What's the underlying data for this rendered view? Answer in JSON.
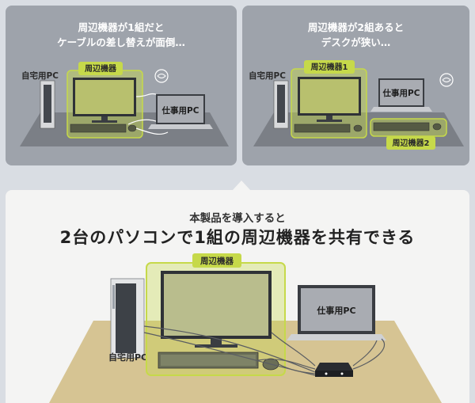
{
  "panels": {
    "left": {
      "caption_line1": "周辺機器が1組だと",
      "caption_line2": "ケーブルの差し替えが面倒…",
      "home_pc_label": "自宅用PC",
      "work_pc_label": "仕事用PC",
      "peripherals_label": "周辺機器"
    },
    "right": {
      "caption_line1": "周辺機器が2組あると",
      "caption_line2": "デスクが狭い…",
      "home_pc_label": "自宅用PC",
      "work_pc_label": "仕事用PC",
      "peripherals1_label": "周辺機器1",
      "peripherals2_label": "周辺機器2"
    }
  },
  "solution": {
    "subheading": "本製品を導入すると",
    "heading": "2台のパソコンで1組の周辺機器を共有できる",
    "peripherals_label": "周辺機器",
    "work_pc_label": "仕事用PC",
    "home_pc_label": "自宅用PC"
  },
  "colors": {
    "highlight_green": "#c6d94a",
    "panel_gray": "#9ea3ab",
    "desk_gray": "#7b7f86",
    "desk_tan": "#d6c493"
  }
}
